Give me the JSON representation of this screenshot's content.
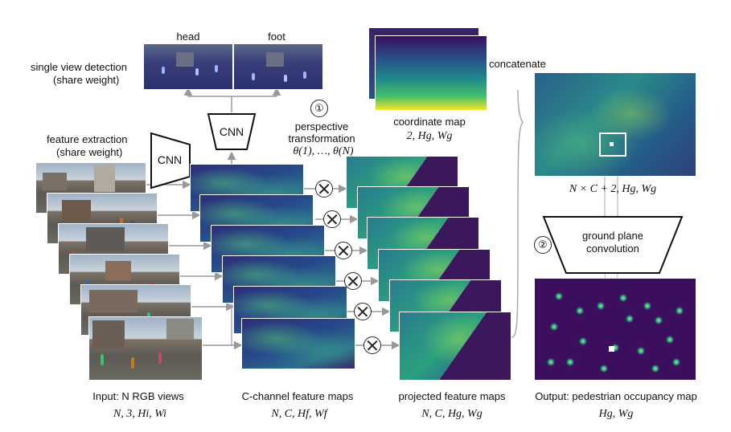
{
  "labels": {
    "single_view_detection": "single view detection",
    "share_weight_1": "(share weight)",
    "head": "head",
    "foot": "foot",
    "feature_extraction": "feature extraction",
    "share_weight_2": "(share weight)",
    "cnn_left": "CNN",
    "cnn_center": "CNN",
    "circle_1": "①",
    "perspective": "perspective",
    "transformation": "transformation",
    "theta": "θ(1), …, θ(N)",
    "coordinate_map": "coordinate map",
    "coord_dims": "2, Hg, Wg",
    "concatenate": "concatenate",
    "concat_dims": "N × C + 2, Hg, Wg",
    "circle_2": "②",
    "ground_plane_1": "ground plane",
    "ground_plane_2": "convolution",
    "input_label": "Input: N RGB views",
    "input_dims": "N, 3, Hi, Wi",
    "feature_maps_label": "C-channel feature maps",
    "feature_dims": "N, C, Hf, Wf",
    "projected_label": "projected feature maps",
    "projected_dims": "N, C, Hg, Wg",
    "output_label": "Output: pedestrian occupancy map",
    "output_dims": "Hg, Wg"
  },
  "colors": {
    "viridis_low": "#440154",
    "viridis_mid": "#21918c",
    "viridis_high": "#fde725",
    "arrow": "#999999"
  },
  "icons": [
    "multiply-circle-icon",
    "trapezoid-cnn-icon"
  ]
}
